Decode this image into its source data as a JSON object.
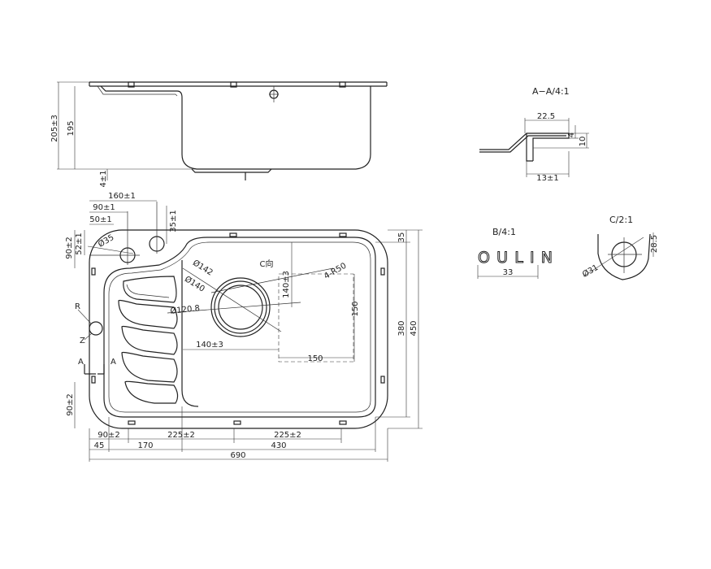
{
  "top_view": {
    "dims": {
      "overall_depth": "205±3",
      "bowl_depth": "195",
      "thickness": "4±1"
    }
  },
  "plan_view": {
    "dims": {
      "dist_160": "160±1",
      "dist_90": "90±1",
      "dist_50": "50±1",
      "dist_35": "35±1",
      "tap_hole": "Ø35",
      "left_90": "90±2",
      "left_52": "52±1",
      "d142": "Ø142",
      "d140": "Ø140",
      "d120": "Ø120.8",
      "c_dir": "C向",
      "r50": "4-R50",
      "v140": "140±3",
      "v150": "150",
      "h140": "140±3",
      "h150": "150",
      "right_35": "35",
      "right_380": "380",
      "right_450": "450",
      "bottom_90_left": "90±2",
      "bottom_90": "90±2",
      "bottom_225a": "225±2",
      "bottom_225b": "225±2",
      "b45": "45",
      "b170": "170",
      "b430": "430",
      "b690": "690"
    },
    "labels": {
      "r": "R",
      "z": "Z",
      "a_left": "A",
      "a_right": "A"
    }
  },
  "section_aa": {
    "title": "A−A/4:1",
    "d225": "22.5",
    "d4": "4",
    "d10": "10",
    "d13": "13±1"
  },
  "detail_b": {
    "title": "B/4:1",
    "logo": "OULIN",
    "dim": "33"
  },
  "detail_c": {
    "title": "C/2:1",
    "d285": "28.5",
    "d31": "Ø31"
  }
}
